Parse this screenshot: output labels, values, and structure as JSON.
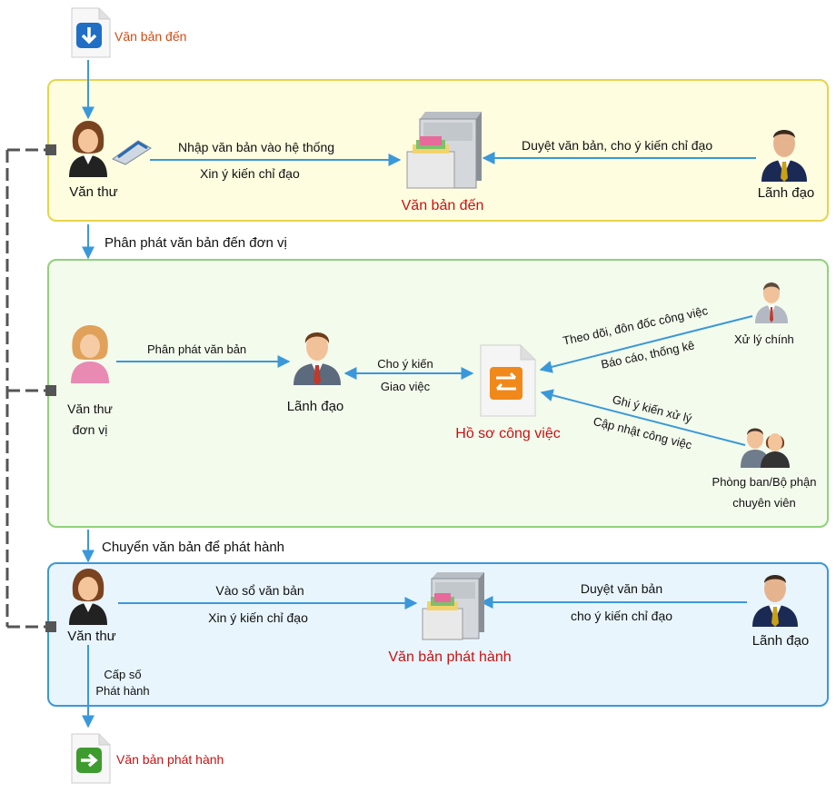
{
  "top": {
    "incoming_doc": "Văn bản đến"
  },
  "panel1": {
    "clerk": "Văn thư",
    "action1": "Nhập văn bản vào hệ thống",
    "action2": "Xin ý kiến chỉ đạo",
    "storage": "Văn bản đến",
    "review": "Duyệt văn bản, cho ý kiến chỉ đạo",
    "leader": "Lãnh đạo"
  },
  "step1": "Phân phát văn bản đến đơn vị",
  "panel2": {
    "unit_clerk_1": "Văn thư",
    "unit_clerk_2": "đơn vị",
    "distribute": "Phân phát văn bản",
    "leader": "Lãnh đạo",
    "opinion": "Cho ý kiến",
    "assign": "Giao việc",
    "work_file": "Hồ sơ công việc",
    "monitor": "Theo dõi, đôn đốc công việc",
    "report": "Báo cáo, thống kê",
    "main_handler": "Xử lý chính",
    "note": "Ghi ý kiến xử lý",
    "update": "Cập nhật công việc",
    "dept_1": "Phòng ban/Bộ phận",
    "dept_2": "chuyên viên"
  },
  "step2": "Chuyển văn bản để phát hành",
  "panel3": {
    "clerk": "Văn thư",
    "action1": "Vào sổ văn bản",
    "action2": "Xin ý kiến chỉ đạo",
    "storage": "Văn bản phát hành",
    "review1": "Duyệt văn bản",
    "review2": "cho ý kiến chỉ đạo",
    "leader": "Lãnh đạo",
    "number1": "Cấp số",
    "number2": "Phát hành"
  },
  "bottom": {
    "outgoing_doc": "Văn bản phát hành"
  },
  "colors": {
    "red": "#cc1111",
    "arrow": "#3a98da",
    "yellow_border": "#e8d34a",
    "green_border": "#8fd27a",
    "blue_border": "#3a98da"
  }
}
